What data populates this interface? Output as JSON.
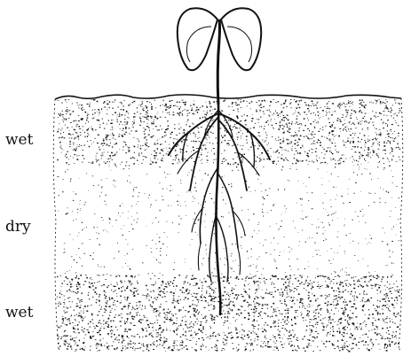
{
  "layers": [
    {
      "id": "wet-top",
      "label": "wet",
      "density": "medium"
    },
    {
      "id": "dry",
      "label": "dry",
      "density": "sparse"
    },
    {
      "id": "wet-bottom",
      "label": "wet",
      "density": "dense"
    }
  ],
  "colors": {
    "ink": "#111111",
    "background": "#ffffff"
  }
}
